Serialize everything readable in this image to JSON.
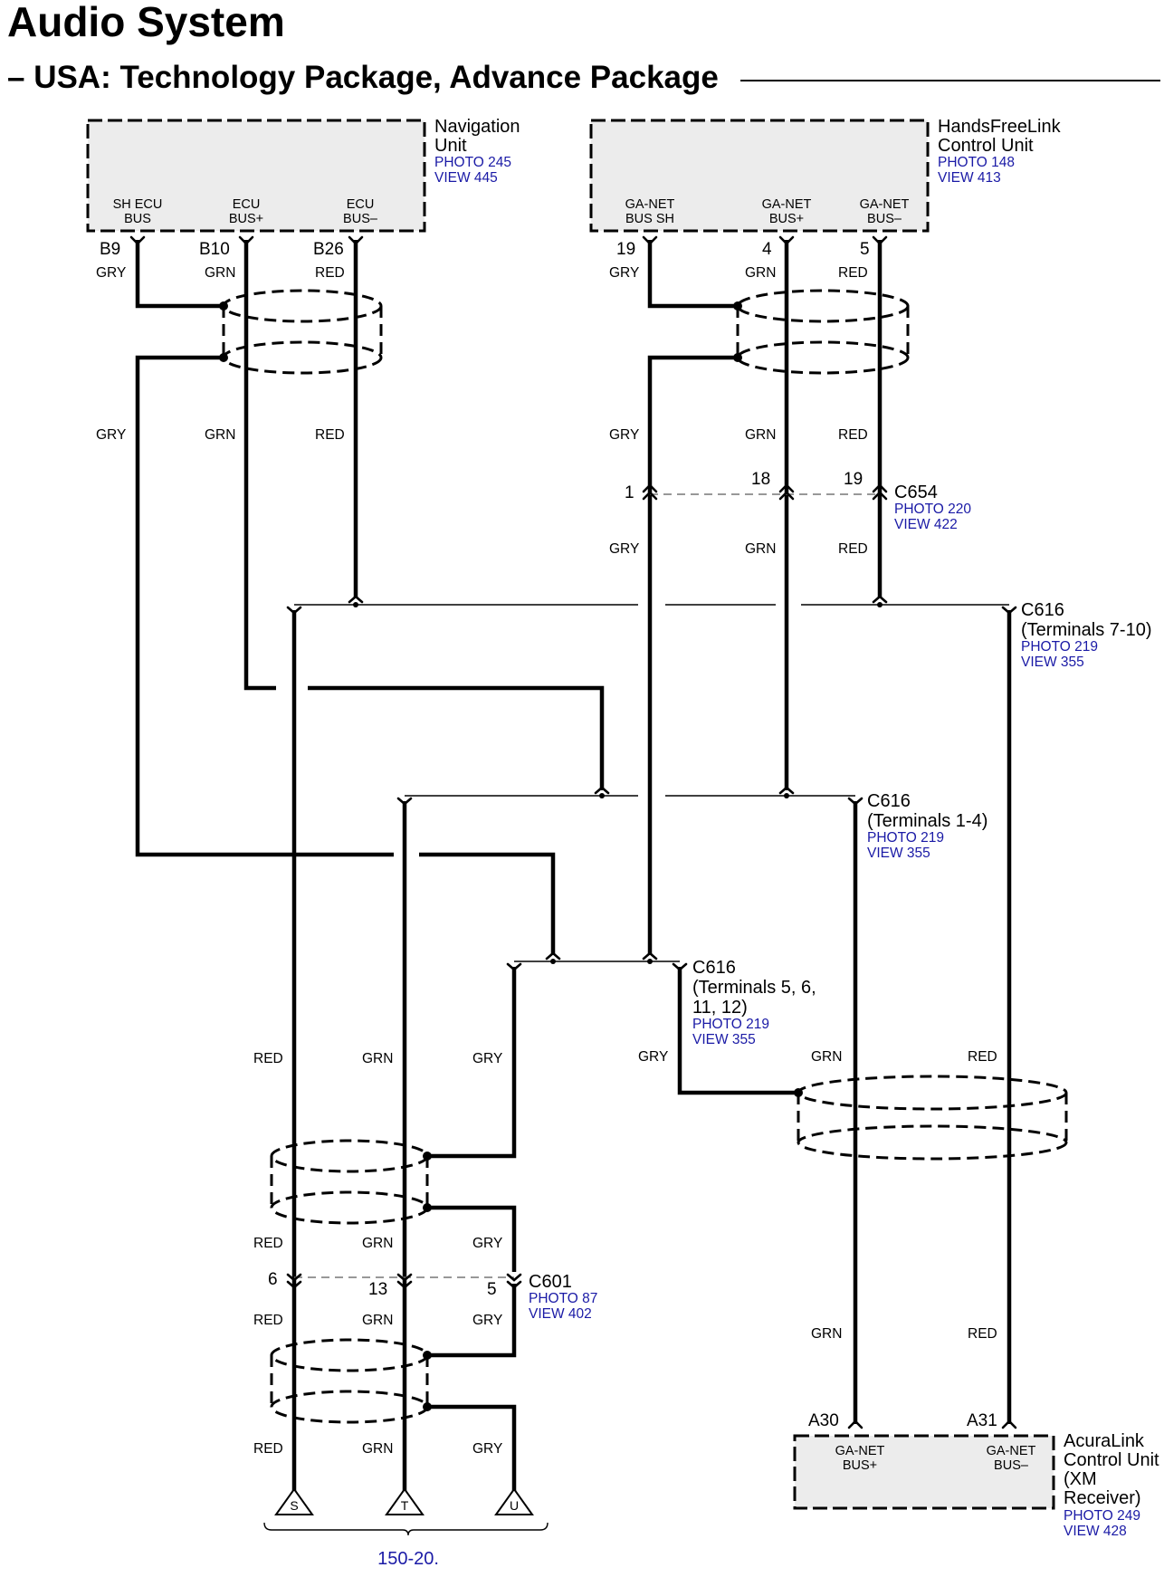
{
  "title": "Audio System",
  "subtitle": "– USA: Technology Package, Advance Package",
  "components": {
    "navigation_unit": {
      "name_line1": "Navigation",
      "name_line2": "Unit",
      "photo": "PHOTO 245",
      "view": "VIEW 445",
      "pins": [
        {
          "line1": "SH ECU",
          "line2": "BUS",
          "terminal": "B9"
        },
        {
          "line1": "ECU",
          "line2": "BUS+",
          "terminal": "B10"
        },
        {
          "line1": "ECU",
          "line2": "BUS–",
          "terminal": "B26"
        }
      ]
    },
    "handsfreelink_unit": {
      "name_line1": "HandsFreeLink",
      "name_line2": "Control Unit",
      "photo": "PHOTO 148",
      "view": "VIEW 413",
      "pins": [
        {
          "line1": "GA-NET",
          "line2": "BUS SH",
          "terminal": "19"
        },
        {
          "line1": "GA-NET",
          "line2": "BUS+",
          "terminal": "4"
        },
        {
          "line1": "GA-NET",
          "line2": "BUS–",
          "terminal": "5"
        }
      ]
    },
    "acuralink_unit": {
      "name_line1": "AcuraLink",
      "name_line2": "Control Unit",
      "name_line3": "(XM",
      "name_line4": "Receiver)",
      "photo": "PHOTO 249",
      "view": "VIEW 428",
      "pins": [
        {
          "line1": "GA-NET",
          "line2": "BUS+",
          "terminal": "A30"
        },
        {
          "line1": "GA-NET",
          "line2": "BUS–",
          "terminal": "A31"
        }
      ]
    }
  },
  "connectors": {
    "c654": {
      "name": "C654",
      "photo": "PHOTO 220",
      "view": "VIEW 422",
      "terminals": [
        "1",
        "18",
        "19"
      ]
    },
    "c616_a": {
      "name": "C616",
      "detail": "(Terminals 7-10)",
      "photo": "PHOTO 219",
      "view": "VIEW 355"
    },
    "c616_b": {
      "name": "C616",
      "detail": "(Terminals 1-4)",
      "photo": "PHOTO 219",
      "view": "VIEW 355"
    },
    "c616_c": {
      "name": "C616",
      "detail_line1": "(Terminals 5, 6,",
      "detail_line2": "11, 12)",
      "photo": "PHOTO 219",
      "view": "VIEW 355"
    },
    "c601": {
      "name": "C601",
      "photo": "PHOTO 87",
      "view": "VIEW 402",
      "terminals": [
        "6",
        "13",
        "5"
      ]
    }
  },
  "wire_colors": {
    "gry": "GRY",
    "grn": "GRN",
    "red": "RED"
  },
  "grounds": [
    "S",
    "T",
    "U"
  ],
  "page_ref": "150-20."
}
